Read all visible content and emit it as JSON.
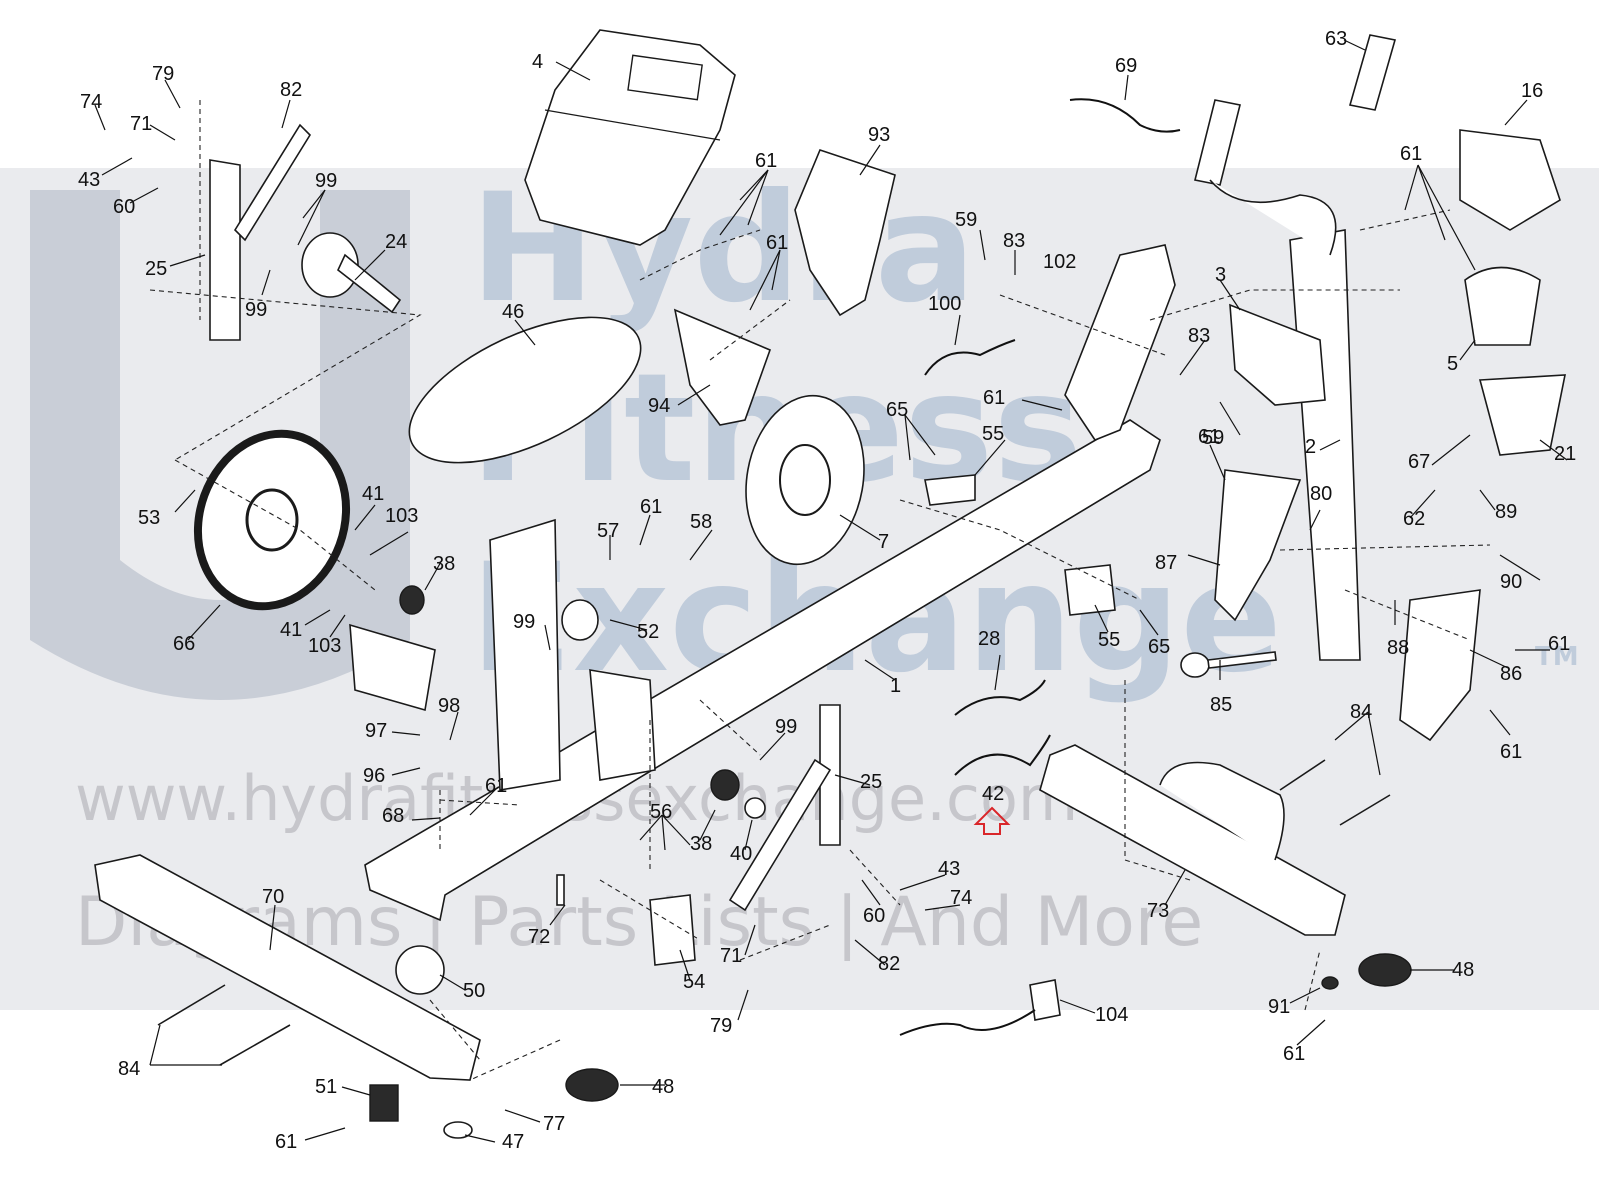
{
  "watermark": {
    "brand_lines": [
      "Hydra",
      "Fitness",
      "Exchange"
    ],
    "tm": "TM",
    "url": "www.hydrafitnessexchange.com",
    "tagline": "Diagrams | Parts Lists | And More"
  },
  "highlight": {
    "part": "42",
    "arrow_color": "#d9262a"
  },
  "parts": [
    {
      "id": "p79a",
      "label": "79"
    },
    {
      "id": "p74a",
      "label": "74"
    },
    {
      "id": "p71a",
      "label": "71"
    },
    {
      "id": "p82a",
      "label": "82"
    },
    {
      "id": "p43a",
      "label": "43"
    },
    {
      "id": "p60a",
      "label": "60"
    },
    {
      "id": "p99a",
      "label": "99"
    },
    {
      "id": "p24",
      "label": "24"
    },
    {
      "id": "p25a",
      "label": "25"
    },
    {
      "id": "p99b",
      "label": "99"
    },
    {
      "id": "p4",
      "label": "4"
    },
    {
      "id": "p61a",
      "label": "61"
    },
    {
      "id": "p93",
      "label": "93"
    },
    {
      "id": "p61b",
      "label": "61"
    },
    {
      "id": "p69",
      "label": "69"
    },
    {
      "id": "p63",
      "label": "63"
    },
    {
      "id": "p16",
      "label": "16"
    },
    {
      "id": "p61c",
      "label": "61"
    },
    {
      "id": "p59a",
      "label": "59"
    },
    {
      "id": "p83a",
      "label": "83"
    },
    {
      "id": "p102",
      "label": "102"
    },
    {
      "id": "p3",
      "label": "3"
    },
    {
      "id": "p46",
      "label": "46"
    },
    {
      "id": "p100",
      "label": "100"
    },
    {
      "id": "p83b",
      "label": "83"
    },
    {
      "id": "p5",
      "label": "5"
    },
    {
      "id": "p94",
      "label": "94"
    },
    {
      "id": "p61d",
      "label": "61"
    },
    {
      "id": "p59b",
      "label": "59"
    },
    {
      "id": "p65a",
      "label": "65"
    },
    {
      "id": "p55a",
      "label": "55"
    },
    {
      "id": "p61e",
      "label": "61"
    },
    {
      "id": "p2",
      "label": "2"
    },
    {
      "id": "p67",
      "label": "67"
    },
    {
      "id": "p21",
      "label": "21"
    },
    {
      "id": "p53",
      "label": "53"
    },
    {
      "id": "p41a",
      "label": "41"
    },
    {
      "id": "p103a",
      "label": "103"
    },
    {
      "id": "p61f",
      "label": "61"
    },
    {
      "id": "p58",
      "label": "58"
    },
    {
      "id": "p7",
      "label": "7"
    },
    {
      "id": "p80",
      "label": "80"
    },
    {
      "id": "p62",
      "label": "62"
    },
    {
      "id": "p89",
      "label": "89"
    },
    {
      "id": "p57",
      "label": "57"
    },
    {
      "id": "p38a",
      "label": "38"
    },
    {
      "id": "p87",
      "label": "87"
    },
    {
      "id": "p90",
      "label": "90"
    },
    {
      "id": "p66",
      "label": "66"
    },
    {
      "id": "p41b",
      "label": "41"
    },
    {
      "id": "p103b",
      "label": "103"
    },
    {
      "id": "p99c",
      "label": "99"
    },
    {
      "id": "p52",
      "label": "52"
    },
    {
      "id": "p28",
      "label": "28"
    },
    {
      "id": "p55b",
      "label": "55"
    },
    {
      "id": "p65b",
      "label": "65"
    },
    {
      "id": "p88",
      "label": "88"
    },
    {
      "id": "p61g",
      "label": "61"
    },
    {
      "id": "p86",
      "label": "86"
    },
    {
      "id": "p1",
      "label": "1"
    },
    {
      "id": "p85",
      "label": "85"
    },
    {
      "id": "p98",
      "label": "98"
    },
    {
      "id": "p97",
      "label": "97"
    },
    {
      "id": "p84a",
      "label": "84"
    },
    {
      "id": "p61h",
      "label": "61"
    },
    {
      "id": "p96",
      "label": "96"
    },
    {
      "id": "p99d",
      "label": "99"
    },
    {
      "id": "p25b",
      "label": "25"
    },
    {
      "id": "p42",
      "label": "42"
    },
    {
      "id": "p61i",
      "label": "61"
    },
    {
      "id": "p68",
      "label": "68"
    },
    {
      "id": "p56",
      "label": "56"
    },
    {
      "id": "p38b",
      "label": "38"
    },
    {
      "id": "p40",
      "label": "40"
    },
    {
      "id": "p70",
      "label": "70"
    },
    {
      "id": "p43b",
      "label": "43"
    },
    {
      "id": "p74b",
      "label": "74"
    },
    {
      "id": "p60b",
      "label": "60"
    },
    {
      "id": "p73",
      "label": "73"
    },
    {
      "id": "p72",
      "label": "72"
    },
    {
      "id": "p71b",
      "label": "71"
    },
    {
      "id": "p54",
      "label": "54"
    },
    {
      "id": "p82b",
      "label": "82"
    },
    {
      "id": "p48a",
      "label": "48"
    },
    {
      "id": "p50",
      "label": "50"
    },
    {
      "id": "p79b",
      "label": "79"
    },
    {
      "id": "p104",
      "label": "104"
    },
    {
      "id": "p91",
      "label": "91"
    },
    {
      "id": "p84b",
      "label": "84"
    },
    {
      "id": "p51",
      "label": "51"
    },
    {
      "id": "p48b",
      "label": "48"
    },
    {
      "id": "p77",
      "label": "77"
    },
    {
      "id": "p61j",
      "label": "61"
    },
    {
      "id": "p47",
      "label": "47"
    },
    {
      "id": "p61k",
      "label": "61"
    }
  ]
}
